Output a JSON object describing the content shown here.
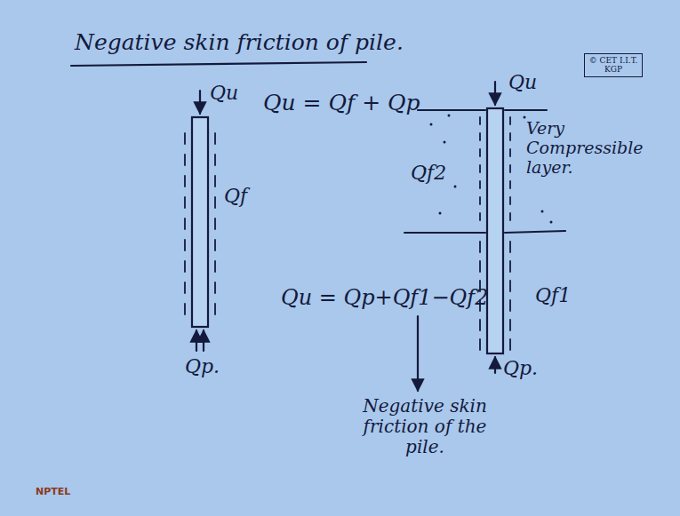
{
  "diagram": {
    "title": "Negative skin friction of pile.",
    "labels": [
      "© CET I.I.T. KGP",
      "Qu",
      "Qf",
      "Qp.",
      "Qu = Qf + Qp",
      "Qu",
      "Very Compressible layer.",
      "Qf2",
      "Qf1",
      "Qu = Qp+Qf1−Qf2",
      "Qp.",
      "Negative skin friction of the pile.",
      "NPTEL"
    ]
  }
}
